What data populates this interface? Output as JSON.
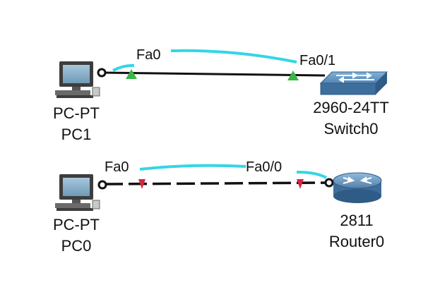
{
  "devices": {
    "pc1": {
      "model": "PC-PT",
      "name": "PC1",
      "icon": "pc-icon"
    },
    "pc0": {
      "model": "PC-PT",
      "name": "PC0",
      "icon": "pc-icon"
    },
    "switch0": {
      "model": "2960-24TT",
      "name": "Switch0",
      "icon": "switch-icon"
    },
    "router0": {
      "model": "2811",
      "name": "Router0",
      "icon": "router-icon"
    }
  },
  "links": {
    "pc1_switch0": {
      "from_port": "Fa0",
      "to_port": "Fa0/1",
      "status": "up"
    },
    "pc0_router0": {
      "from_port": "Fa0",
      "to_port": "Fa0/0",
      "status": "down"
    }
  },
  "colors": {
    "link_up": "#3bb54a",
    "link_down": "#d7263d",
    "port_highlight": "#33d6e6",
    "cable": "#111111",
    "device_blue": "#4a7aa3"
  }
}
